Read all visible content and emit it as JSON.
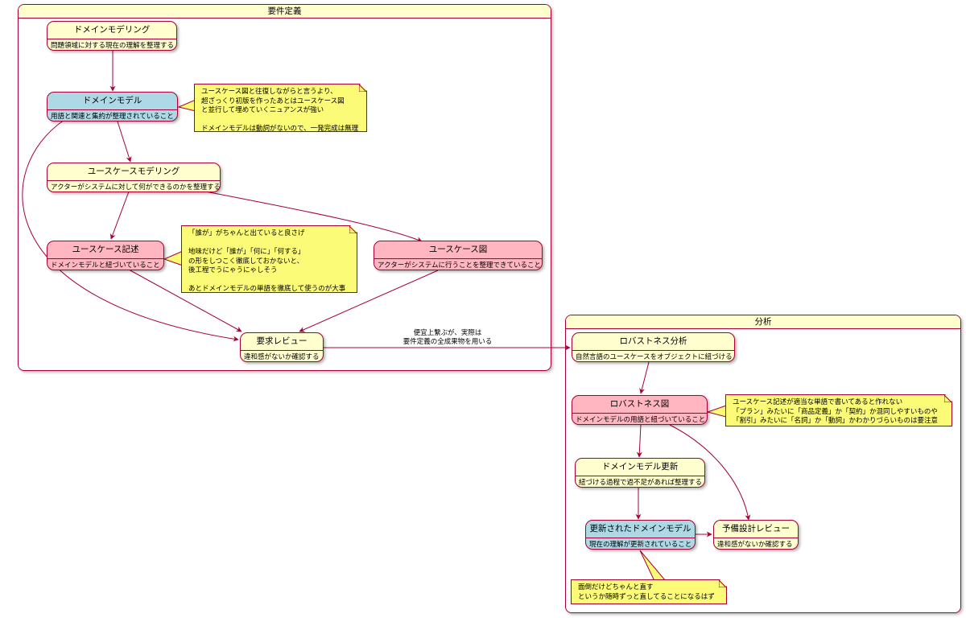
{
  "groups": {
    "requirements": {
      "title": "要件定義"
    },
    "analysis": {
      "title": "分析"
    }
  },
  "states": {
    "domain_modeling": {
      "title": "ドメインモデリング",
      "desc": "問題領域に対する現在の理解を整理する"
    },
    "domain_model": {
      "title": "ドメインモデル",
      "desc": "用語と関連と集約が整理されていること"
    },
    "usecase_modeling": {
      "title": "ユースケースモデリング",
      "desc": "アクターがシステムに対して何ができるのかを整理する"
    },
    "usecase_description": {
      "title": "ユースケース記述",
      "desc": "ドメインモデルと紐づいていること"
    },
    "usecase_diagram": {
      "title": "ユースケース図",
      "desc": "アクターがシステムに行うことを整理できていること"
    },
    "requirements_review": {
      "title": "要求レビュー",
      "desc": "違和感がないか確認する"
    },
    "robustness_analysis": {
      "title": "ロバストネス分析",
      "desc": "自然言語のユースケースをオブジェクトに紐づける"
    },
    "robustness_diagram": {
      "title": "ロバストネス図",
      "desc": "ドメインモデルの用語と紐づいていること"
    },
    "domain_model_update": {
      "title": "ドメインモデル更新",
      "desc": "紐づける過程で過不足があれば整理する"
    },
    "updated_domain_model": {
      "title": "更新されたドメインモデル",
      "desc": "現在の理解が更新されていること"
    },
    "preliminary_design_review": {
      "title": "予備設計レビュー",
      "desc": "違和感がないか確認する"
    }
  },
  "notes": {
    "domain_model_note": {
      "lines": [
        "ユースケース図と往復しながらと言うより、",
        "超ざっくり初版を作ったあとはユースケース図",
        "と並行して埋めていくニュアンスが強い",
        "",
        "ドメインモデルは動詞がないので、一発完成は無理"
      ]
    },
    "usecase_description_note": {
      "lines": [
        "「誰が」がちゃんと出ていると良さげ",
        "",
        "地味だけど「誰が」「何に」「何する」",
        "の形をしつこく徹底しておかないと、",
        "後工程でうにゃうにゃしそう",
        "",
        "あとドメインモデルの単語を徹底して使うのが大事"
      ]
    },
    "robustness_diagram_note": {
      "lines": [
        "ユースケース記述が適当な単語で書いてあると作れない",
        "「プラン」みたいに「商品定義」か「契約」か混同しやすいものや",
        "「割引」みたいに「名詞」か「動詞」かわかりづらいものは要注意"
      ]
    },
    "updated_domain_model_note": {
      "lines": [
        "面倒だけどちゃんと直す",
        "というか随時ずっと直してることになるはず"
      ]
    }
  },
  "edge_label": {
    "lines": [
      "便宜上繋ぶが、実際は",
      "要件定義の全成果物を用いる"
    ]
  },
  "colors": {
    "border": "#a80036",
    "state": "#fefece",
    "pink": "#ffb6c1",
    "blue": "#add8e6",
    "note": "#fbfb77"
  }
}
